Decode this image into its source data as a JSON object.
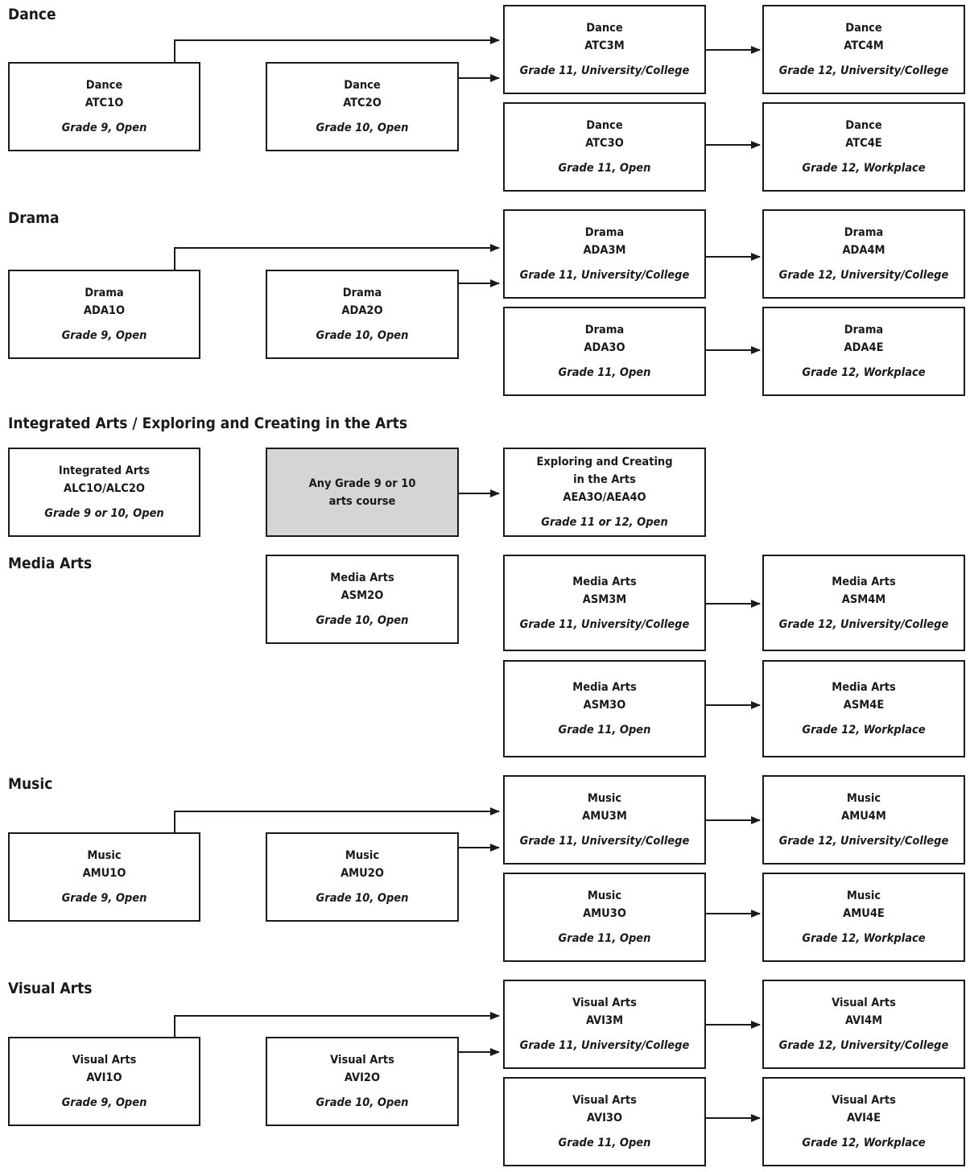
{
  "sections": {
    "dance": {
      "title": "Dance",
      "atc10": {
        "name": "Dance",
        "code": "ATC1O",
        "grade": "Grade 9, Open"
      },
      "atc20": {
        "name": "Dance",
        "code": "ATC2O",
        "grade": "Grade 10, Open"
      },
      "atc3m": {
        "name": "Dance",
        "code": "ATC3M",
        "grade": "Grade 11, University/College"
      },
      "atc30": {
        "name": "Dance",
        "code": "ATC3O",
        "grade": "Grade 11, Open"
      },
      "atc4m": {
        "name": "Dance",
        "code": "ATC4M",
        "grade": "Grade 12, University/College"
      },
      "atc4e": {
        "name": "Dance",
        "code": "ATC4E",
        "grade": "Grade 12, Workplace"
      }
    },
    "drama": {
      "title": "Drama",
      "ada10": {
        "name": "Drama",
        "code": "ADA1O",
        "grade": "Grade 9, Open"
      },
      "ada20": {
        "name": "Drama",
        "code": "ADA2O",
        "grade": "Grade 10, Open"
      },
      "ada3m": {
        "name": "Drama",
        "code": "ADA3M",
        "grade": "Grade 11, University/College"
      },
      "ada30": {
        "name": "Drama",
        "code": "ADA3O",
        "grade": "Grade 11, Open"
      },
      "ada4m": {
        "name": "Drama",
        "code": "ADA4M",
        "grade": "Grade 12, University/College"
      },
      "ada4e": {
        "name": "Drama",
        "code": "ADA4E",
        "grade": "Grade 12, Workplace"
      }
    },
    "integrated": {
      "title": "Integrated Arts / Exploring and Creating in the Arts",
      "alc": {
        "name": "Integrated Arts",
        "code": "ALC1O/ALC2O",
        "grade": "Grade 9 or 10, Open"
      },
      "any": {
        "line1": "Any Grade 9 or 10",
        "line2": "arts course"
      },
      "aea": {
        "line1": "Exploring and Creating",
        "line2": "in the Arts",
        "code": "AEA3O/AEA4O",
        "grade": "Grade 11 or 12, Open"
      }
    },
    "media": {
      "title": "Media Arts",
      "asm20": {
        "name": "Media Arts",
        "code": "ASM2O",
        "grade": "Grade 10, Open"
      },
      "asm3m": {
        "name": "Media Arts",
        "code": "ASM3M",
        "grade": "Grade 11, University/College"
      },
      "asm30": {
        "name": "Media Arts",
        "code": "ASM3O",
        "grade": "Grade 11, Open"
      },
      "asm4m": {
        "name": "Media Arts",
        "code": "ASM4M",
        "grade": "Grade 12, University/College"
      },
      "asm4e": {
        "name": "Media Arts",
        "code": "ASM4E",
        "grade": "Grade 12, Workplace"
      }
    },
    "music": {
      "title": "Music",
      "amu10": {
        "name": "Music",
        "code": "AMU1O",
        "grade": "Grade 9, Open"
      },
      "amu20": {
        "name": "Music",
        "code": "AMU2O",
        "grade": "Grade 10, Open"
      },
      "amu3m": {
        "name": "Music",
        "code": "AMU3M",
        "grade": "Grade 11, University/College"
      },
      "amu30": {
        "name": "Music",
        "code": "AMU3O",
        "grade": "Grade 11, Open"
      },
      "amu4m": {
        "name": "Music",
        "code": "AMU4M",
        "grade": "Grade 12, University/College"
      },
      "amu4e": {
        "name": "Music",
        "code": "AMU4E",
        "grade": "Grade 12, Workplace"
      }
    },
    "visual": {
      "title": "Visual Arts",
      "avi10": {
        "name": "Visual Arts",
        "code": "AVI1O",
        "grade": "Grade 9, Open"
      },
      "avi20": {
        "name": "Visual Arts",
        "code": "AVI2O",
        "grade": "Grade 10, Open"
      },
      "avi3m": {
        "name": "Visual Arts",
        "code": "AVI3M",
        "grade": "Grade 11, University/College"
      },
      "avi30": {
        "name": "Visual Arts",
        "code": "AVI3O",
        "grade": "Grade 11, Open"
      },
      "avi4m": {
        "name": "Visual Arts",
        "code": "AVI4M",
        "grade": "Grade 12, University/College"
      },
      "avi4e": {
        "name": "Visual Arts",
        "code": "AVI4E",
        "grade": "Grade 12, Workplace"
      }
    }
  },
  "colors": {
    "line": "#1a1a1a",
    "highlight_box": "#d4d5d7"
  }
}
